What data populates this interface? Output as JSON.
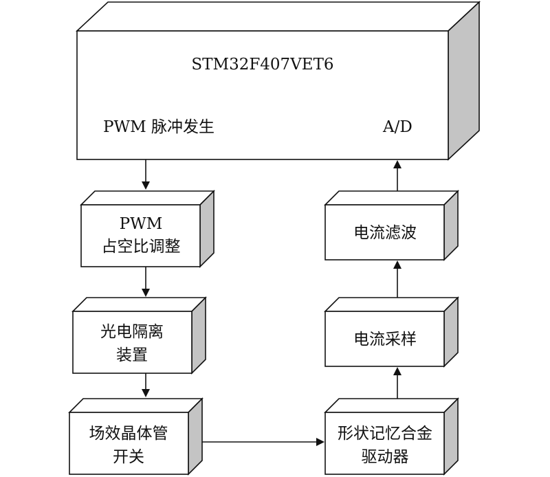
{
  "mcu": {
    "name": "STM32F407VET6",
    "pwm_port": "PWM 脉冲发生",
    "ad_port": "A/D"
  },
  "blocks": {
    "pwm_duty": [
      "PWM",
      "占空比调整"
    ],
    "opto": [
      "光电隔离",
      "装置"
    ],
    "mosfet": [
      "场效晶体管",
      "开关"
    ],
    "sma_driver": [
      "形状记忆合金",
      "驱动器"
    ],
    "current_sample": [
      "电流采样"
    ],
    "current_filter": [
      "电流滤波"
    ]
  },
  "colors": {
    "line": "#111111",
    "side_shade": "#c4c4c4",
    "face": "#ffffff"
  }
}
